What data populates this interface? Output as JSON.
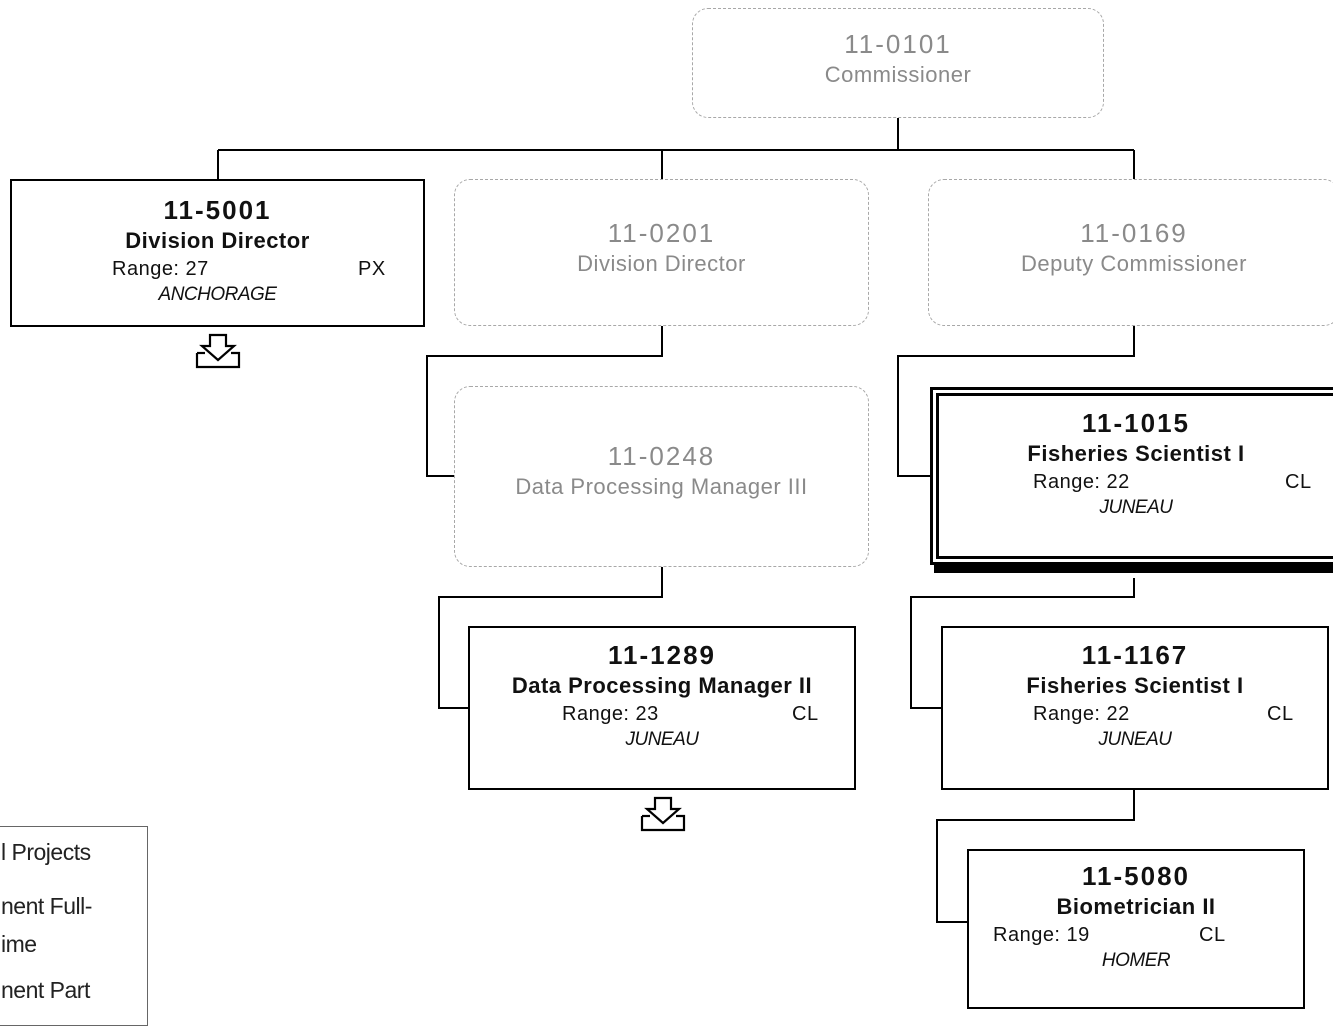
{
  "chart": {
    "nodes": [
      {
        "id": "commissioner",
        "number": "11-0101",
        "title": "Commissioner"
      },
      {
        "id": "div-dir-5001",
        "number": "11-5001",
        "title": "Division Director",
        "range": "Range: 27",
        "class": "PX",
        "location": "ANCHORAGE"
      },
      {
        "id": "div-dir-0201",
        "number": "11-0201",
        "title": "Division Director"
      },
      {
        "id": "deputy-0169",
        "number": "11-0169",
        "title": "Deputy Commissioner"
      },
      {
        "id": "dpm3-0248",
        "number": "11-0248",
        "title": "Data Processing Manager III"
      },
      {
        "id": "fish-1015",
        "number": "11-1015",
        "title": "Fisheries Scientist I",
        "range": "Range: 22",
        "class": "CL",
        "location": "JUNEAU"
      },
      {
        "id": "dpm2-1289",
        "number": "11-1289",
        "title": "Data Processing Manager II",
        "range": "Range: 23",
        "class": "CL",
        "location": "JUNEAU"
      },
      {
        "id": "fish-1167",
        "number": "11-1167",
        "title": "Fisheries Scientist I",
        "range": "Range: 22",
        "class": "CL",
        "location": "JUNEAU"
      },
      {
        "id": "bio-5080",
        "number": "11-5080",
        "title": "Biometrician II",
        "range": "Range: 19",
        "class": "CL",
        "location": "HOMER"
      }
    ]
  },
  "legend": {
    "line1": "l Projects",
    "line2": "nent Full-",
    "line3": "ime",
    "line4": "nent Part"
  }
}
